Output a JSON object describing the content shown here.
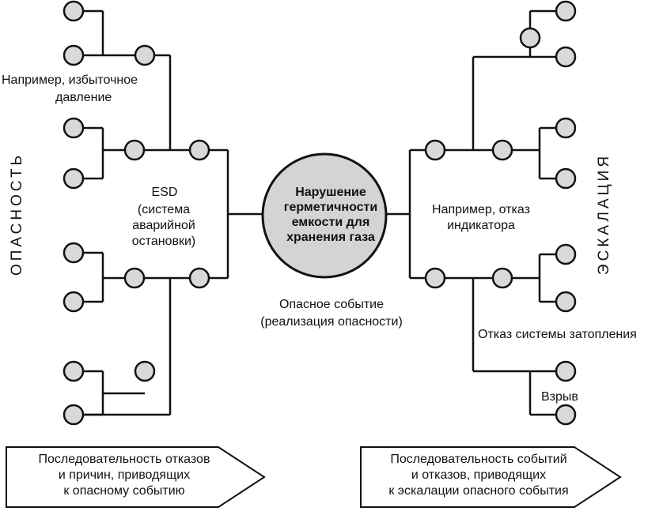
{
  "labels": {
    "example_overpressure_line1": "Например, избыточное",
    "example_overpressure_line2": "давление",
    "esd_line1": "ESD",
    "esd_line2": "(система",
    "esd_line3": "аварийной",
    "esd_line4": "остановки)",
    "center_line1": "Нарушение",
    "center_line2": "герметичности",
    "center_line3": "емкости для",
    "center_line4": "хранения газа",
    "event_line1": "Опасное событие",
    "event_line2": "(реализация опасности)",
    "indicator_line1": "Например, отказ",
    "indicator_line2": "индикатора",
    "flood_failure": "Отказ системы затопления",
    "explosion": "Взрыв"
  },
  "side_titles": {
    "left": "ОПАСНОСТЬ",
    "right": "ЭСКАЛАЦИЯ"
  },
  "arrows": {
    "left_line1": "Последовательность отказов",
    "left_line2": "и причин, приводящих",
    "left_line3": "к опасному событию",
    "right_line1": "Последовательность событий",
    "right_line2": "и отказов, приводящих",
    "right_line3": "к эскалации  опасного события"
  },
  "colors": {
    "node_fill": "#d9d9d9",
    "center_fill": "#d4d4d4",
    "line": "#111111"
  }
}
